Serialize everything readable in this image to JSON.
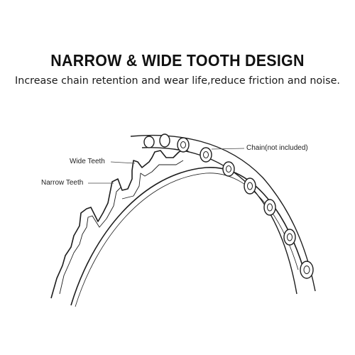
{
  "heading": {
    "title": "NARROW & WIDE TOOTH DESIGN",
    "subtitle": "Increase chain retention and wear life,reduce friction and noise."
  },
  "callouts": {
    "wide_teeth": "Wide Teeth",
    "narrow_teeth": "Narrow Teeth",
    "chain": "Chain(not included)"
  },
  "colors": {
    "line": "#1e1e1e",
    "background": "#ffffff"
  }
}
